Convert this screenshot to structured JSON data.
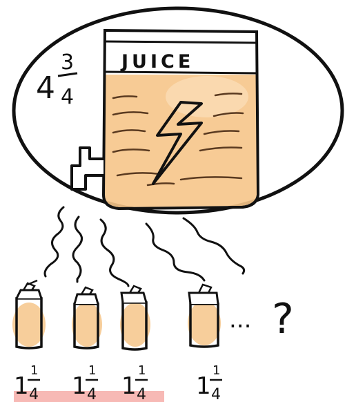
{
  "jug": {
    "label": "JUICE",
    "total_whole": "4",
    "total_numerator": "3",
    "total_denominator": "4",
    "icon": "lightning-bolt-icon"
  },
  "bottles": [
    {
      "whole": "1",
      "numerator": "1",
      "denominator": "4"
    },
    {
      "whole": "1",
      "numerator": "1",
      "denominator": "4"
    },
    {
      "whole": "1",
      "numerator": "1",
      "denominator": "4"
    },
    {
      "whole": "1",
      "numerator": "1",
      "denominator": "4"
    }
  ],
  "ellipsis": "...",
  "question_mark": "?",
  "colors": {
    "juice_fill": "#f6c58a",
    "juice_light": "#fbe3c2",
    "ink": "#111111",
    "highlight": "#f7b9b5"
  }
}
